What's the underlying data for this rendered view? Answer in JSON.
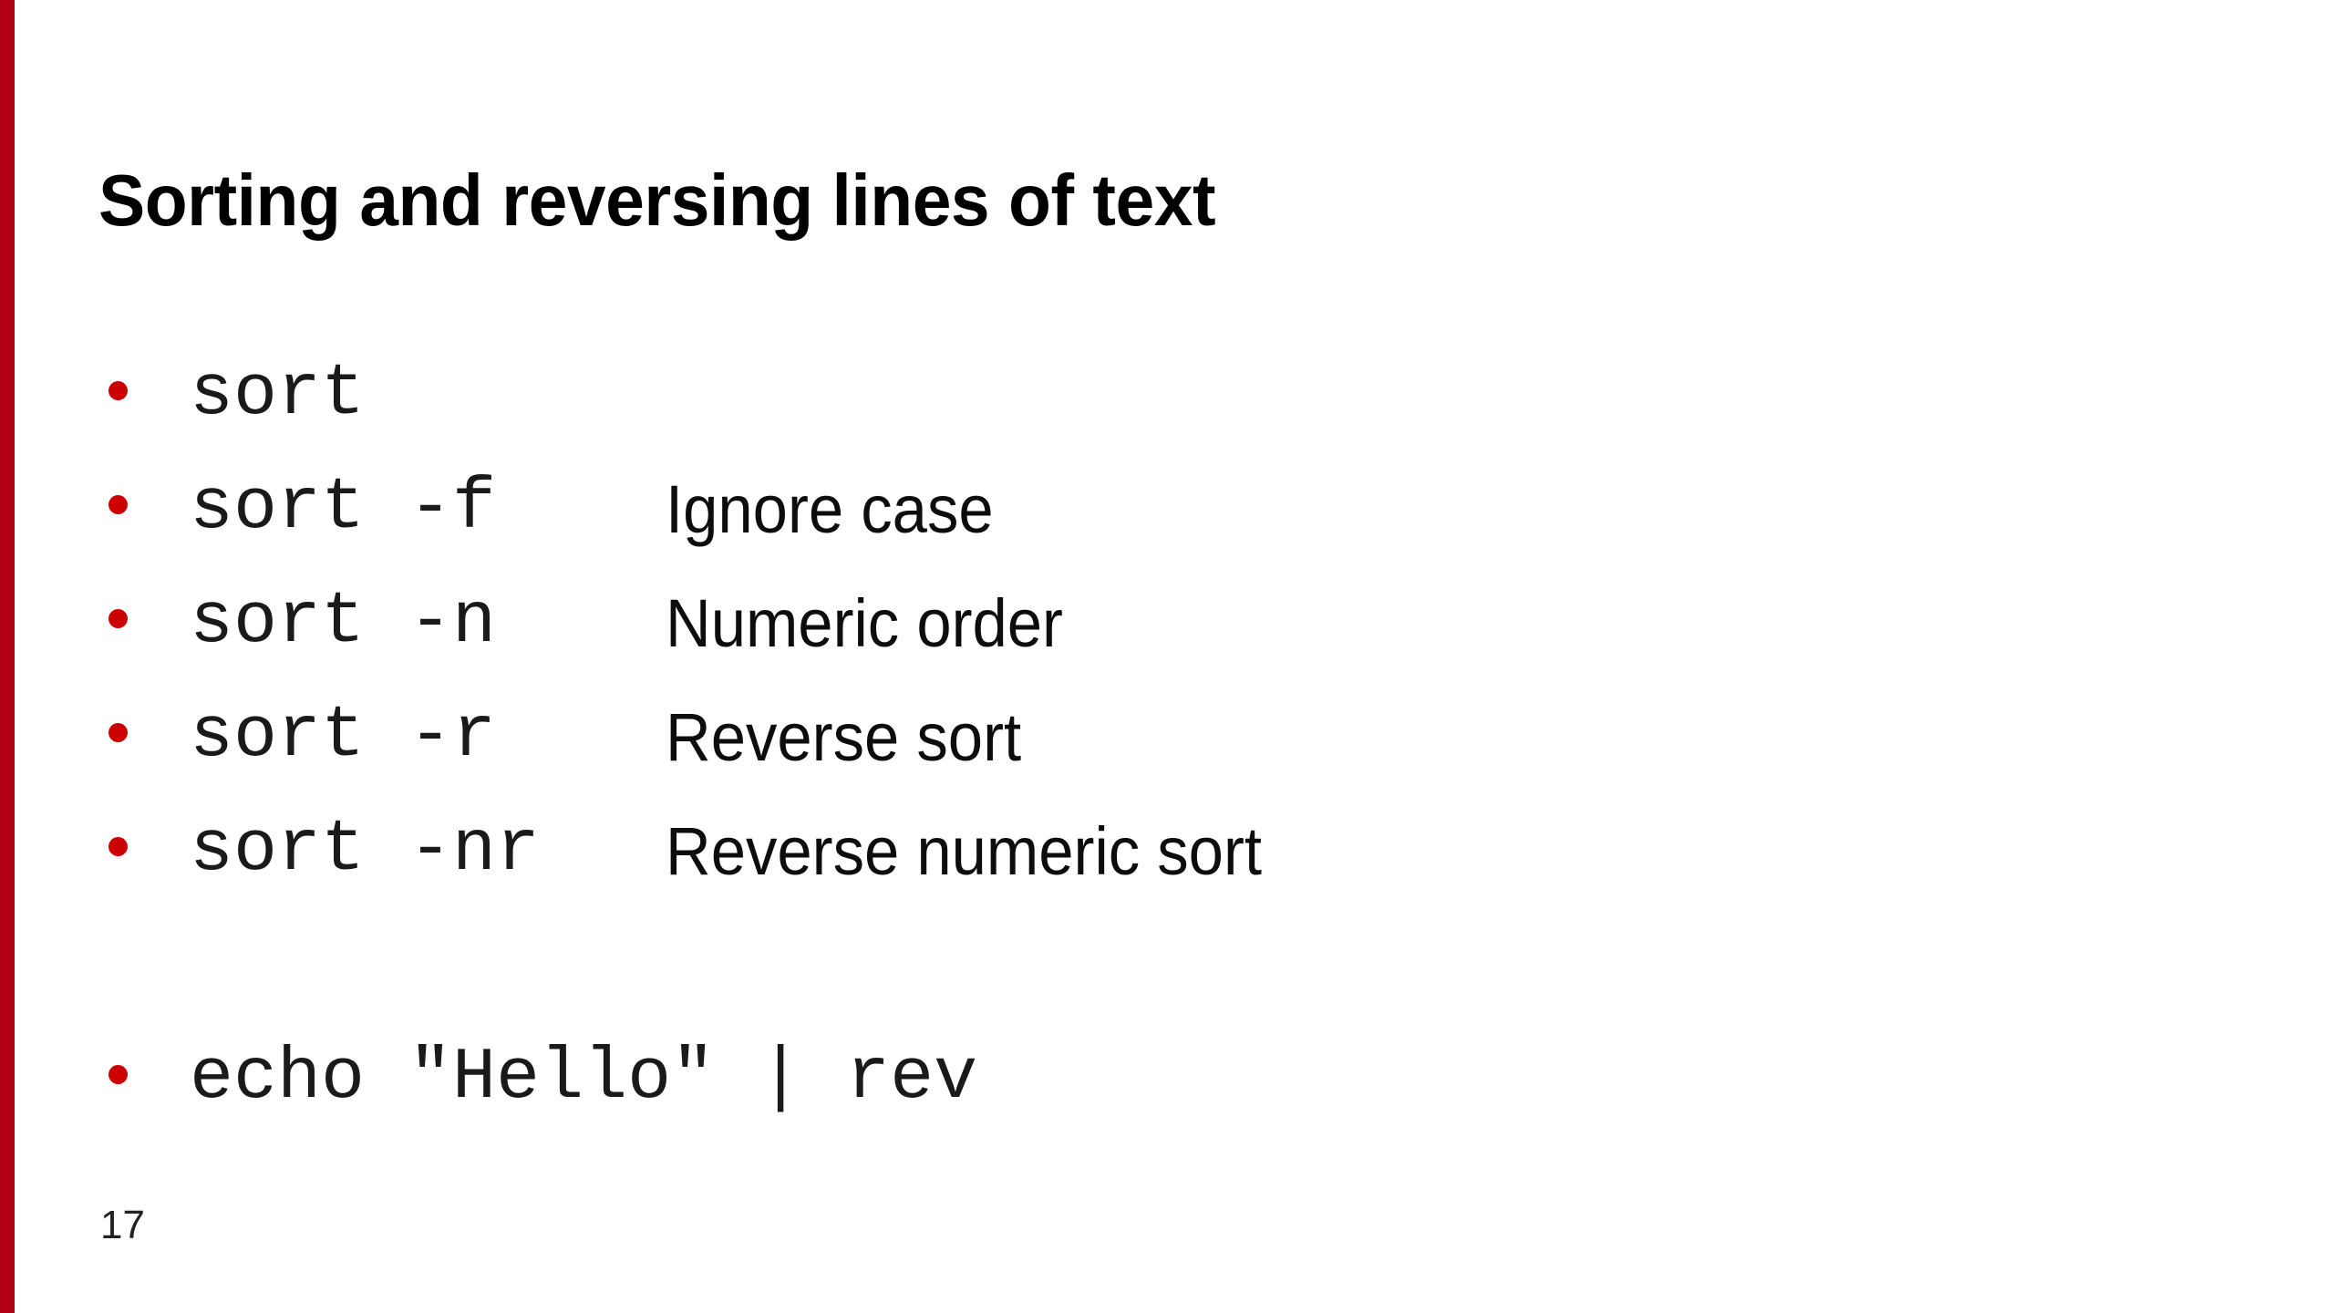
{
  "slide": {
    "title": "Sorting and reversing lines of text",
    "page_number": "17",
    "accent_color": "#B00014",
    "bullet_color": "#CC0000",
    "background_color": "#FFFFFF",
    "text_color": "#000000"
  },
  "bullets": [
    {
      "command": "sort",
      "description": ""
    },
    {
      "command": "sort -f",
      "description": "Ignore case"
    },
    {
      "command": "sort -n",
      "description": "Numeric order"
    },
    {
      "command": "sort -r",
      "description": "Reverse sort"
    },
    {
      "command": "sort -nr",
      "description": "Reverse numeric sort"
    },
    {
      "command": "echo \"Hello\" | rev",
      "description": ""
    }
  ]
}
